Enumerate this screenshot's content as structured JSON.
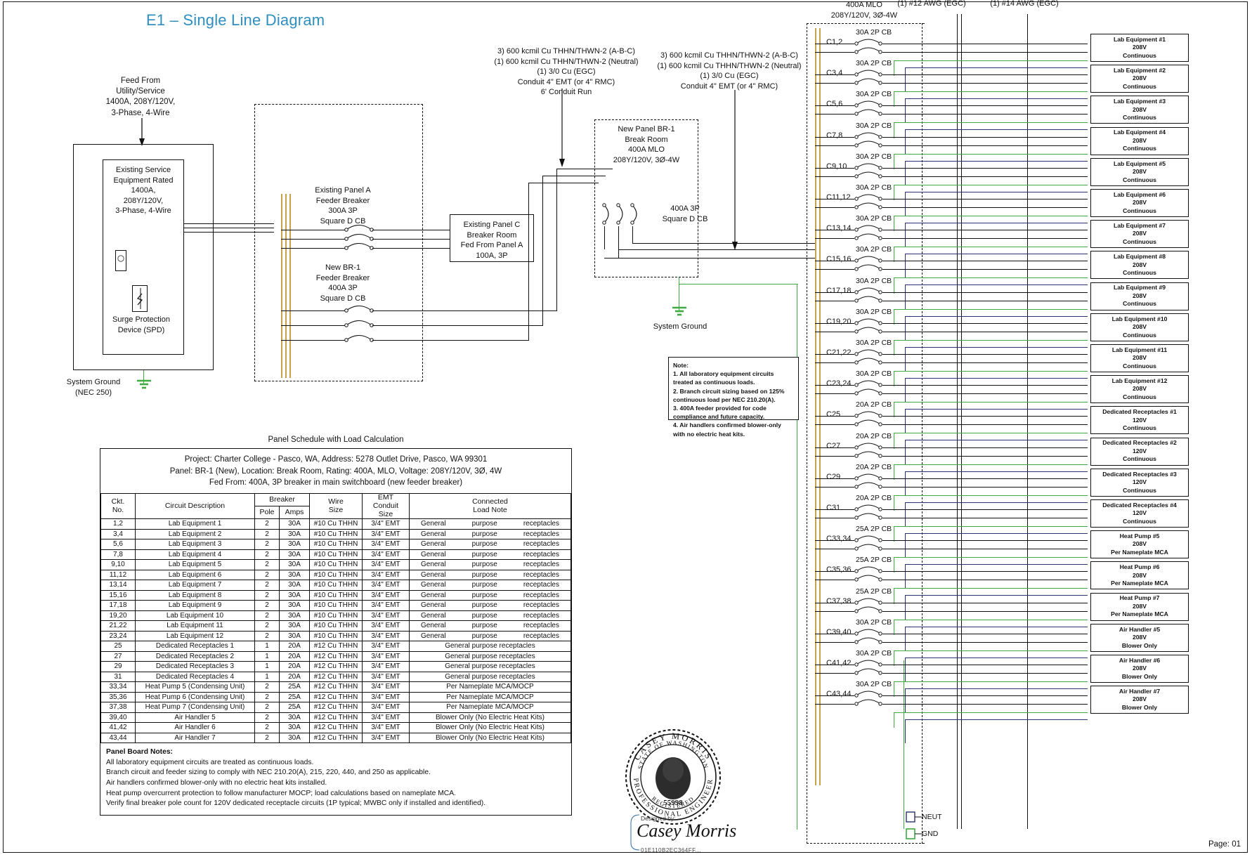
{
  "sheet": {
    "title": "E1 – Single Line Diagram",
    "page_label": "Page: 01",
    "accent_color": "#2e8fc0",
    "ground_color": "#3faa3f",
    "bus_color": "#c8a24a"
  },
  "utility": {
    "feed_label": "Feed From\nUtility/Service\n1400A, 208Y/120V,\n3-Phase, 4-Wire",
    "service_equipment": "Existing Service\nEquipment Rated\n1400A,\n208Y/120V,\n3-Phase, 4-Wire",
    "spd_label": "Surge Protection\nDevice (SPD)",
    "system_ground": "System Ground\n(NEC 250)",
    "meter_icon": "meter-icon",
    "spd_icon": "surge-arrester-icon",
    "ground_icon": "ground-symbol-icon"
  },
  "switchboard": {
    "panel_a_breaker": "Existing Panel A\nFeeder Breaker\n300A 3P\nSquare D CB",
    "br1_breaker": "New BR-1\nFeeder Breaker\n400A 3P\nSquare D CB",
    "panel_c": "Existing Panel C\nBreaker Room\nFed From Panel A\n100A, 3P"
  },
  "feeders": {
    "left_note": "3) 600 kcmil Cu THHN/THWN-2 (A-B-C)\n(1) 600 kcmil Cu THHN/THWN-2 (Neutral)\n(1) 3/0 Cu (EGC)\nConduit 4\" EMT (or 4\" RMC)\n6' Conduit Run",
    "right_note": "3) 600 kcmil Cu THHN/THWN-2 (A-B-C)\n(1) 600 kcmil Cu THHN/THWN-2 (Neutral)\n(1) 3/0 Cu (EGC)\nConduit 4\" EMT (or 4\" RMC)"
  },
  "br1_panel": {
    "header": "New Panel BR-1\nBreak Room\n400A MLO\n208Y/120V, 3Ø-4W",
    "main_cb": "400A 3P\nSquare D CB",
    "system_ground": "System Ground",
    "right_header": "400A MLO\n208Y/120V, 3Ø-4W",
    "egc_12": "(1) #12 AWG (EGC)",
    "egc_14": "(1) #14 AWG (EGC)",
    "neutral_bus_label": "NEUT",
    "ground_bus_label": "GND"
  },
  "note_block": {
    "title": "Note:",
    "lines": [
      "1. All laboratory equipment circuits",
      "treated as continuous loads.",
      "2. Branch circuit sizing based on 125%",
      "continuous load per NEC 210.20(A).",
      "3. 400A feeder provided for code",
      "compliance and future capacity.",
      "4. Air handlers confirmed blower-only",
      "with no electric heat kits."
    ]
  },
  "branch_circuits": [
    {
      "ckt": "C1,2",
      "cb": "30A 2P CB",
      "load": "Lab Equipment #1",
      "volts": "208V",
      "note": "Continuous"
    },
    {
      "ckt": "C3,4",
      "cb": "30A 2P CB",
      "load": "Lab Equipment #2",
      "volts": "208V",
      "note": "Continuous"
    },
    {
      "ckt": "C5,6",
      "cb": "30A 2P CB",
      "load": "Lab Equipment #3",
      "volts": "208V",
      "note": "Continuous"
    },
    {
      "ckt": "C7,8",
      "cb": "30A 2P CB",
      "load": "Lab Equipment #4",
      "volts": "208V",
      "note": "Continuous"
    },
    {
      "ckt": "C9,10",
      "cb": "30A 2P CB",
      "load": "Lab Equipment #5",
      "volts": "208V",
      "note": "Continuous"
    },
    {
      "ckt": "C11,12",
      "cb": "30A 2P CB",
      "load": "Lab Equipment #6",
      "volts": "208V",
      "note": "Continuous"
    },
    {
      "ckt": "C13,14",
      "cb": "30A 2P CB",
      "load": "Lab Equipment #7",
      "volts": "208V",
      "note": "Continuous"
    },
    {
      "ckt": "C15,16",
      "cb": "30A 2P CB",
      "load": "Lab Equipment #8",
      "volts": "208V",
      "note": "Continuous"
    },
    {
      "ckt": "C17,18",
      "cb": "30A 2P CB",
      "load": "Lab Equipment #9",
      "volts": "208V",
      "note": "Continuous"
    },
    {
      "ckt": "C19,20",
      "cb": "30A 2P CB",
      "load": "Lab Equipment #10",
      "volts": "208V",
      "note": "Continuous"
    },
    {
      "ckt": "C21,22",
      "cb": "30A 2P CB",
      "load": "Lab Equipment #11",
      "volts": "208V",
      "note": "Continuous"
    },
    {
      "ckt": "C23,24",
      "cb": "30A 2P CB",
      "load": "Lab Equipment #12",
      "volts": "208V",
      "note": "Continuous"
    },
    {
      "ckt": "C25",
      "cb": "20A 2P CB",
      "load": "Dedicated Receptacles #1",
      "volts": "120V",
      "note": "Continuous"
    },
    {
      "ckt": "C27",
      "cb": "20A 2P CB",
      "load": "Dedicated Receptacles #2",
      "volts": "120V",
      "note": "Continuous"
    },
    {
      "ckt": "C29",
      "cb": "20A 2P CB",
      "load": "Dedicated Receptacles #3",
      "volts": "120V",
      "note": "Continuous"
    },
    {
      "ckt": "C31",
      "cb": "20A 2P CB",
      "load": "Dedicated Receptacles #4",
      "volts": "120V",
      "note": "Continuous"
    },
    {
      "ckt": "C33,34",
      "cb": "25A 2P CB",
      "load": "Heat Pump #5",
      "volts": "208V",
      "note": "Per Nameplate MCA"
    },
    {
      "ckt": "C35,36",
      "cb": "25A 2P CB",
      "load": "Heat Pump #6",
      "volts": "208V",
      "note": "Per Nameplate MCA"
    },
    {
      "ckt": "C37,38",
      "cb": "25A 2P CB",
      "load": "Heat Pump #7",
      "volts": "208V",
      "note": "Per Nameplate MCA"
    },
    {
      "ckt": "C39,40",
      "cb": "30A 2P CB",
      "load": "Air Handler #5",
      "volts": "208V",
      "note": "Blower Only"
    },
    {
      "ckt": "C41,42",
      "cb": "30A 2P CB",
      "load": "Air Handler #6",
      "volts": "208V",
      "note": "Blower Only"
    },
    {
      "ckt": "C43,44",
      "cb": "30A 2P CB",
      "load": "Air Handler #7",
      "volts": "208V",
      "note": "Blower Only"
    }
  ],
  "panel_schedule": {
    "caption": "Panel Schedule with Load Calculation",
    "project_line": "Project: Charter College - Pasco, WA, Address: 5278 Outlet Drive, Pasco, WA 99301",
    "panel_line": "Panel: BR-1 (New), Location: Break Room, Rating: 400A, MLO, Voltage: 208Y/120V, 3Ø, 4W",
    "fed_from_line": "Fed From: 400A, 3P breaker in main switchboard (new feeder breaker)",
    "columns": {
      "ckt": "Ckt.\nNo.",
      "desc": "Circuit Description",
      "breaker": "Breaker",
      "pole": "Pole",
      "amps": "Amps",
      "wire": "Wire\nSize",
      "conduit": "EMT\nConduit\nSize",
      "connected": "Connected\nLoad Note"
    },
    "rows": [
      {
        "ckt": "1,2",
        "desc": "Lab Equipment 1",
        "pole": "2",
        "amps": "30A",
        "wire": "#10 Cu THHN",
        "conduit": "3/4\" EMT",
        "note": "General purpose receptacles",
        "justify": "spread"
      },
      {
        "ckt": "3,4",
        "desc": "Lab Equipment 2",
        "pole": "2",
        "amps": "30A",
        "wire": "#10 Cu THHN",
        "conduit": "3/4\" EMT",
        "note": "General purpose receptacles",
        "justify": "spread"
      },
      {
        "ckt": "5,6",
        "desc": "Lab Equipment 3",
        "pole": "2",
        "amps": "30A",
        "wire": "#10 Cu THHN",
        "conduit": "3/4\" EMT",
        "note": "General purpose receptacles",
        "justify": "spread"
      },
      {
        "ckt": "7,8",
        "desc": "Lab Equipment 4",
        "pole": "2",
        "amps": "30A",
        "wire": "#10 Cu THHN",
        "conduit": "3/4\" EMT",
        "note": "General purpose receptacles",
        "justify": "spread"
      },
      {
        "ckt": "9,10",
        "desc": "Lab Equipment 5",
        "pole": "2",
        "amps": "30A",
        "wire": "#10 Cu THHN",
        "conduit": "3/4\" EMT",
        "note": "General purpose receptacles",
        "justify": "spread"
      },
      {
        "ckt": "11,12",
        "desc": "Lab Equipment 6",
        "pole": "2",
        "amps": "30A",
        "wire": "#10 Cu THHN",
        "conduit": "3/4\" EMT",
        "note": "General purpose receptacles",
        "justify": "spread"
      },
      {
        "ckt": "13,14",
        "desc": "Lab Equipment 7",
        "pole": "2",
        "amps": "30A",
        "wire": "#10 Cu THHN",
        "conduit": "3/4\" EMT",
        "note": "General purpose receptacles",
        "justify": "spread"
      },
      {
        "ckt": "15,16",
        "desc": "Lab Equipment 8",
        "pole": "2",
        "amps": "30A",
        "wire": "#10 Cu THHN",
        "conduit": "3/4\" EMT",
        "note": "General purpose receptacles",
        "justify": "spread"
      },
      {
        "ckt": "17,18",
        "desc": "Lab Equipment 9",
        "pole": "2",
        "amps": "30A",
        "wire": "#10 Cu THHN",
        "conduit": "3/4\" EMT",
        "note": "General purpose receptacles",
        "justify": "spread"
      },
      {
        "ckt": "19,20",
        "desc": "Lab Equipment 10",
        "pole": "2",
        "amps": "30A",
        "wire": "#10 Cu THHN",
        "conduit": "3/4\" EMT",
        "note": "General purpose receptacles",
        "justify": "spread"
      },
      {
        "ckt": "21,22",
        "desc": "Lab Equipment 11",
        "pole": "2",
        "amps": "30A",
        "wire": "#10 Cu THHN",
        "conduit": "3/4\" EMT",
        "note": "General purpose receptacles",
        "justify": "spread"
      },
      {
        "ckt": "23,24",
        "desc": "Lab Equipment 12",
        "pole": "2",
        "amps": "30A",
        "wire": "#10 Cu THHN",
        "conduit": "3/4\" EMT",
        "note": "General purpose receptacles",
        "justify": "spread"
      },
      {
        "ckt": "25",
        "desc": "Dedicated Receptacles 1",
        "pole": "1",
        "amps": "20A",
        "wire": "#12 Cu THHN",
        "conduit": "3/4\" EMT",
        "note": "General purpose receptacles",
        "justify": "center"
      },
      {
        "ckt": "27",
        "desc": "Dedicated Receptacles 2",
        "pole": "1",
        "amps": "20A",
        "wire": "#12 Cu THHN",
        "conduit": "3/4\" EMT",
        "note": "General purpose receptacles",
        "justify": "center"
      },
      {
        "ckt": "29",
        "desc": "Dedicated Receptacles 3",
        "pole": "1",
        "amps": "20A",
        "wire": "#12 Cu THHN",
        "conduit": "3/4\" EMT",
        "note": "General purpose receptacles",
        "justify": "center"
      },
      {
        "ckt": "31",
        "desc": "Dedicated Receptacles 4",
        "pole": "1",
        "amps": "20A",
        "wire": "#12 Cu THHN",
        "conduit": "3/4\" EMT",
        "note": "General purpose receptacles",
        "justify": "center"
      },
      {
        "ckt": "33,34",
        "desc": "Heat Pump 5 (Condensing Unit)",
        "pole": "2",
        "amps": "25A",
        "wire": "#12 Cu THHN",
        "conduit": "3/4\" EMT",
        "note": "Per Nameplate MCA/MOCP",
        "justify": "center"
      },
      {
        "ckt": "35,36",
        "desc": "Heat Pump 6 (Condensing Unit)",
        "pole": "2",
        "amps": "25A",
        "wire": "#12 Cu THHN",
        "conduit": "3/4\" EMT",
        "note": "Per Nameplate MCA/MOCP",
        "justify": "center"
      },
      {
        "ckt": "37,38",
        "desc": "Heat Pump 7 (Condensing Unit)",
        "pole": "2",
        "amps": "25A",
        "wire": "#12 Cu THHN",
        "conduit": "3/4\" EMT",
        "note": "Per Nameplate MCA/MOCP",
        "justify": "center"
      },
      {
        "ckt": "39,40",
        "desc": "Air Handler 5",
        "pole": "2",
        "amps": "30A",
        "wire": "#12 Cu THHN",
        "conduit": "3/4\" EMT",
        "note": "Blower Only (No Electric Heat Kits)",
        "justify": "center"
      },
      {
        "ckt": "41,42",
        "desc": "Air Handler 6",
        "pole": "2",
        "amps": "30A",
        "wire": "#12 Cu THHN",
        "conduit": "3/4\" EMT",
        "note": "Blower Only (No Electric Heat Kits)",
        "justify": "center"
      },
      {
        "ckt": "43,44",
        "desc": "Air Handler 7",
        "pole": "2",
        "amps": "30A",
        "wire": "#12 Cu THHN",
        "conduit": "3/4\" EMT",
        "note": "Blower Only (No Electric Heat Kits)",
        "justify": "center"
      }
    ],
    "notes_title": "Panel Board Notes:",
    "notes": [
      "All laboratory equipment circuits are treated as continuous loads.",
      "Branch circuit and feeder sizing to comply with NEC 210.20(A), 215, 220, 440, and 250 as applicable.",
      "Air handlers confirmed blower-only with no electric heat kits installed.",
      "Heat pump overcurrent protection to follow manufacturer MOCP; load calculations based on nameplate MCA.",
      "Verify final breaker pole count for 120V dedicated receptacle circuits (1P typical; MWBC only if installed and identified)."
    ]
  },
  "stamp": {
    "name_top": "CASEY MORRIS",
    "state": "STATE OF WASHINGTON",
    "license": "55998",
    "registered": "REGISTERED",
    "profession": "PROFESSIONAL ENGINEER",
    "designed_by": "Designed by:",
    "signature": "Casey Morris",
    "doc_id": "01E110B2EC364FF..."
  }
}
